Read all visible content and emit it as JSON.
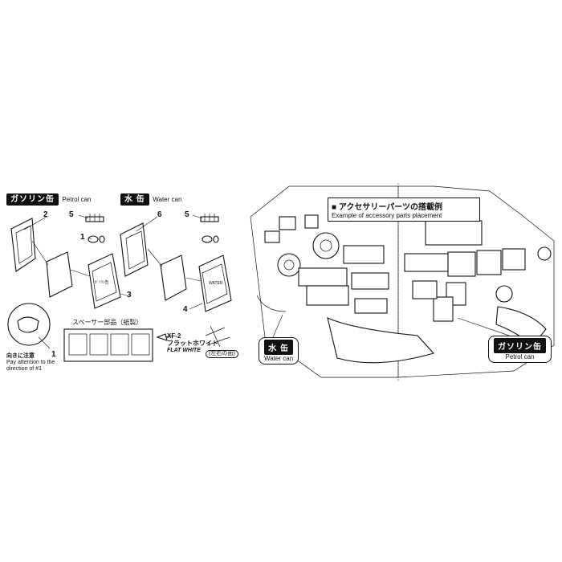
{
  "petrol_section": {
    "title_jp": "ガソリン缶",
    "title_en": "Petrol can",
    "callouts": [
      "1",
      "2",
      "3",
      "5"
    ]
  },
  "water_section": {
    "title_jp": "水 缶",
    "title_en": "Water can",
    "callouts": [
      "4",
      "5",
      "6"
    ]
  },
  "spacer": {
    "label": "スペーサー部品（紙製）",
    "part_num": "1"
  },
  "attention": {
    "jp": "向きに注意",
    "en": "Pay attention to the direction of #1"
  },
  "paint": {
    "code": "XF-2",
    "jp": "フラットホワイト",
    "en": "FLAT WHITE",
    "note": "(左右の面)"
  },
  "placement": {
    "title_jp": "アクセサリーパーツの搭載例",
    "title_en": "Example of accessory parts placement"
  },
  "water_label": {
    "jp": "水 缶",
    "en": "Water can"
  },
  "petrol_label": {
    "jp": "ガソリン缶",
    "en": "Petrol can"
  },
  "can_marks": {
    "petrol": "ｶﾞｿﾘﾝ缶",
    "water": "WATER"
  }
}
